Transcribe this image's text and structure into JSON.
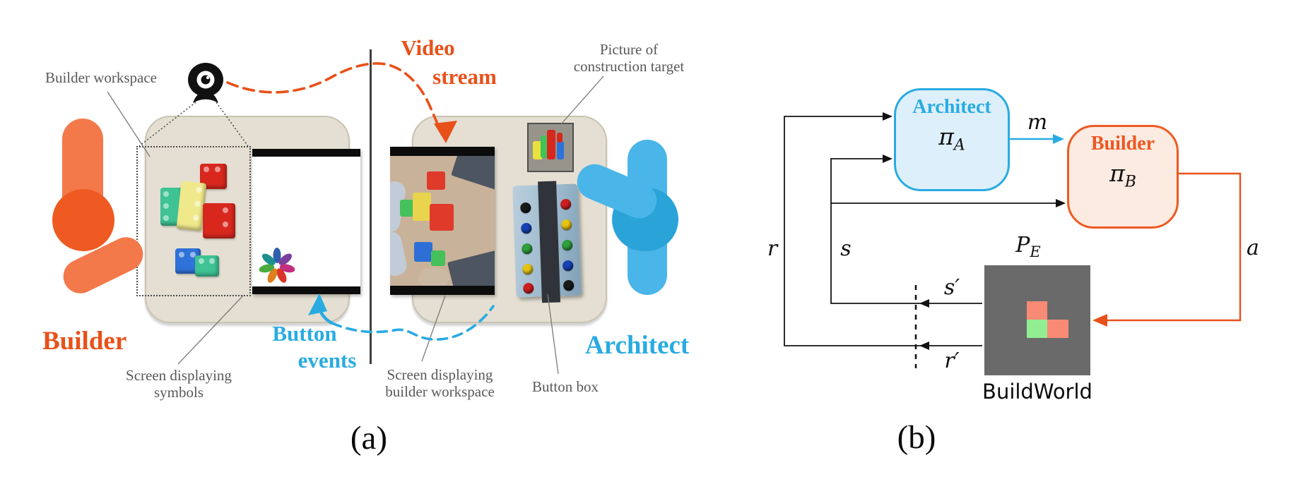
{
  "panel_a": {
    "label": "(a)",
    "builder_title": "Builder",
    "architect_title": "Architect",
    "builder_workspace": "Builder workspace",
    "video_stream_1": "Video",
    "video_stream_2": "stream",
    "button_events_1": "Button",
    "button_events_2": "events",
    "screen_symbols_1": "Screen displaying",
    "screen_symbols_2": "symbols",
    "screen_builder_1": "Screen displaying",
    "screen_builder_2": "builder workspace",
    "button_box": "Button box",
    "picture_target_1": "Picture of",
    "picture_target_2": "construction target",
    "icons": {
      "webcam": "webcam-icon",
      "cursor_arrow": "cursor-arrow-icon",
      "pinwheel": "pinwheel-symbol"
    },
    "button_box_colors": {
      "left_column": [
        "black",
        "blue",
        "green",
        "yellow",
        "red"
      ],
      "right_column": [
        "red",
        "yellow",
        "green",
        "blue",
        "black"
      ]
    }
  },
  "panel_b": {
    "label": "(b)",
    "architect_box": {
      "title": "Architect",
      "policy": "π",
      "policy_sub": "A"
    },
    "builder_box": {
      "title": "Builder",
      "policy": "π",
      "policy_sub": "B"
    },
    "environment": {
      "symbol": "P",
      "symbol_sub": "E",
      "name": "BuildWorld"
    },
    "signals": {
      "r": "r",
      "s": "s",
      "m": "m",
      "a": "a",
      "s_prime": "s′",
      "r_prime": "r′"
    }
  },
  "colors": {
    "builder_orange": "#ee5a22",
    "architect_blue": "#29abe2",
    "table_beige": "#e4dfd2",
    "env_gray": "#6a6a6a",
    "block_salmon": "#f98a75",
    "block_green": "#92ee92"
  }
}
